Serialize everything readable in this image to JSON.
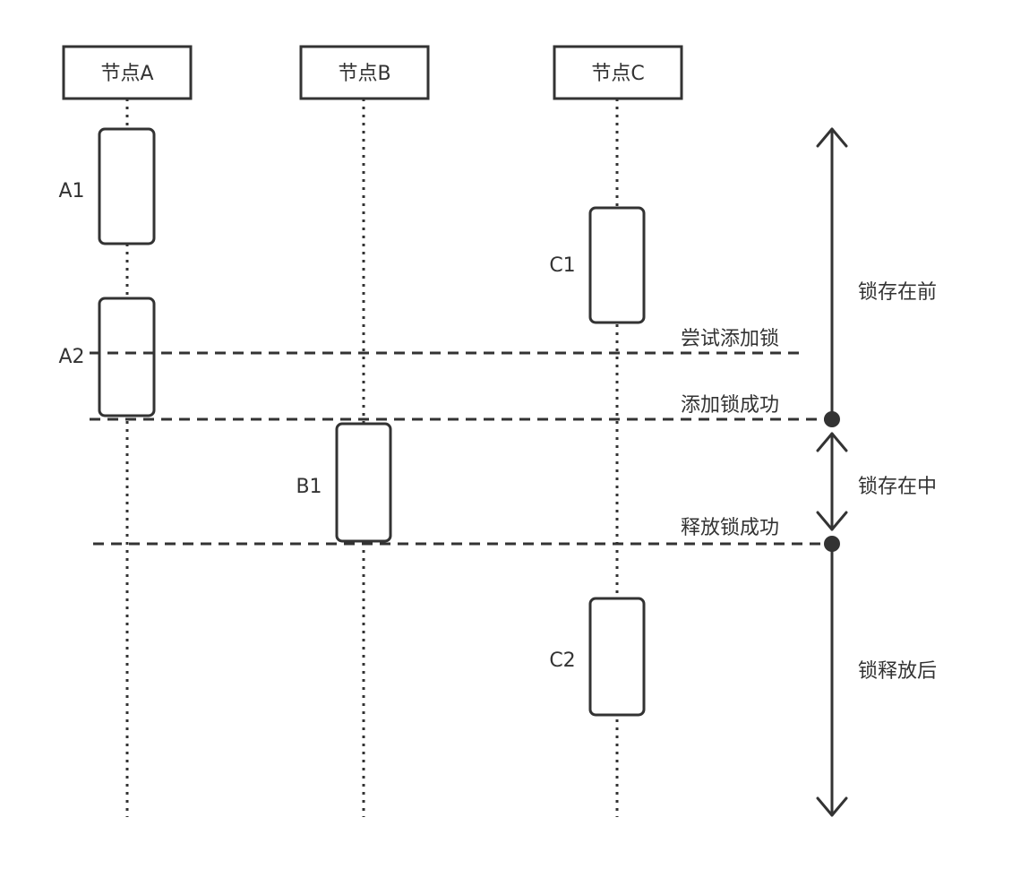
{
  "colors": {
    "line": "#333333",
    "background": "#ffffff"
  },
  "nodes": [
    {
      "id": "A",
      "label": "节点A"
    },
    {
      "id": "B",
      "label": "节点B"
    },
    {
      "id": "C",
      "label": "节点C"
    }
  ],
  "activations": [
    {
      "id": "A1",
      "label": "A1",
      "node": "A"
    },
    {
      "id": "A2",
      "label": "A2",
      "node": "A"
    },
    {
      "id": "B1",
      "label": "B1",
      "node": "B"
    },
    {
      "id": "C1",
      "label": "C1",
      "node": "C"
    },
    {
      "id": "C2",
      "label": "C2",
      "node": "C"
    }
  ],
  "events": [
    {
      "id": "try-lock",
      "label": "尝试添加锁"
    },
    {
      "id": "lock-success",
      "label": "添加锁成功"
    },
    {
      "id": "release-success",
      "label": "释放锁成功"
    }
  ],
  "phases": [
    {
      "id": "before",
      "label": "锁存在前"
    },
    {
      "id": "during",
      "label": "锁存在中"
    },
    {
      "id": "after",
      "label": "锁释放后"
    }
  ]
}
